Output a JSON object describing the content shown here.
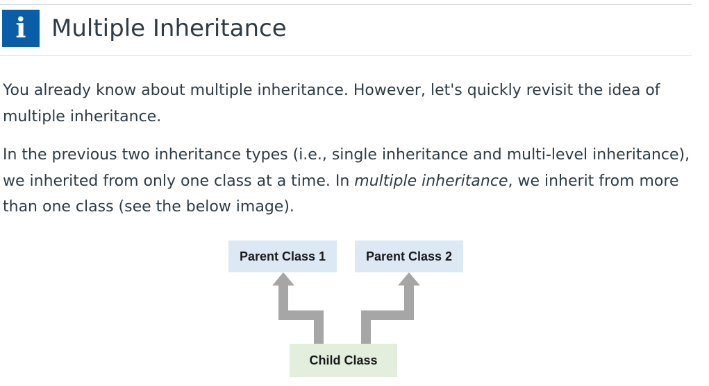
{
  "header": {
    "icon": "info-icon",
    "icon_glyph": "i",
    "icon_color": "#0a5ea8",
    "title": "Multiple Inheritance"
  },
  "content": {
    "paragraph1": "You already know about multiple inheritance. However, let's quickly revisit the idea of multiple inheritance.",
    "paragraph2_part1": "In the previous two inheritance types (i.e., single inheritance and multi-level inheritance), we inherited from only one class at a time. In ",
    "paragraph2_emphasis": "multiple inheritance",
    "paragraph2_part2": ", we inherit from more than one class (see the below image)."
  },
  "diagram": {
    "parent1": "Parent Class 1",
    "parent2": "Parent Class 2",
    "child": "Child Class",
    "parent_box_color": "#dde8f5",
    "child_box_color": "#e3eedd",
    "arrow_color": "#a6a6a6"
  }
}
